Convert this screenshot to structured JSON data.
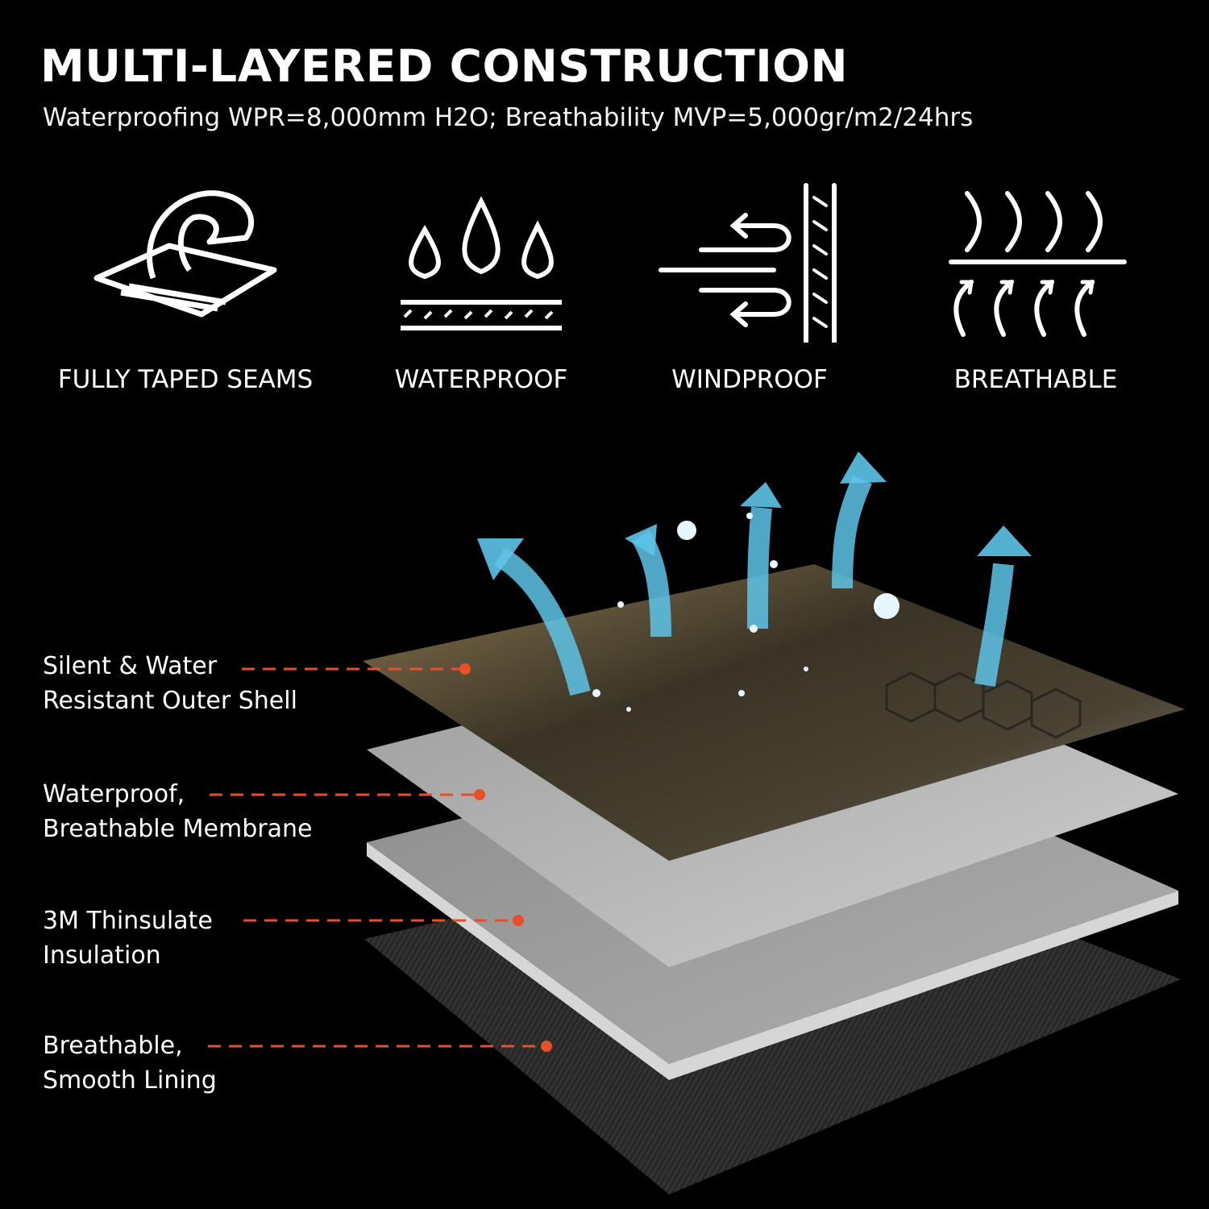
{
  "header": {
    "title": "MULTI-LAYERED CONSTRUCTION",
    "subtitle": "Waterproofing WPR=8,000mm H2O; Breathability MVP=5,000gr/m2/24hrs"
  },
  "features": [
    {
      "label": "FULLY TAPED SEAMS",
      "icon": "taped-seam-icon"
    },
    {
      "label": "WATERPROOF",
      "icon": "water-drops-icon"
    },
    {
      "label": "WINDPROOF",
      "icon": "wind-wall-icon"
    },
    {
      "label": "BREATHABLE",
      "icon": "vapor-icon"
    }
  ],
  "layers": [
    {
      "line1": "Silent & Water",
      "line2": "Resistant Outer Shell"
    },
    {
      "line1": "Waterproof,",
      "line2": "Breathable Membrane"
    },
    {
      "line1": "3M Thinsulate",
      "line2": "Insulation"
    },
    {
      "line1": "Breathable,",
      "line2": "Smooth Lining"
    }
  ],
  "colors": {
    "background": "#000000",
    "leader": "#e8502a",
    "arrow": "#5ec4e8",
    "membrane": "#b8b8b8",
    "insulation": "#9a9a9a",
    "lining": "#2a2a2a"
  }
}
